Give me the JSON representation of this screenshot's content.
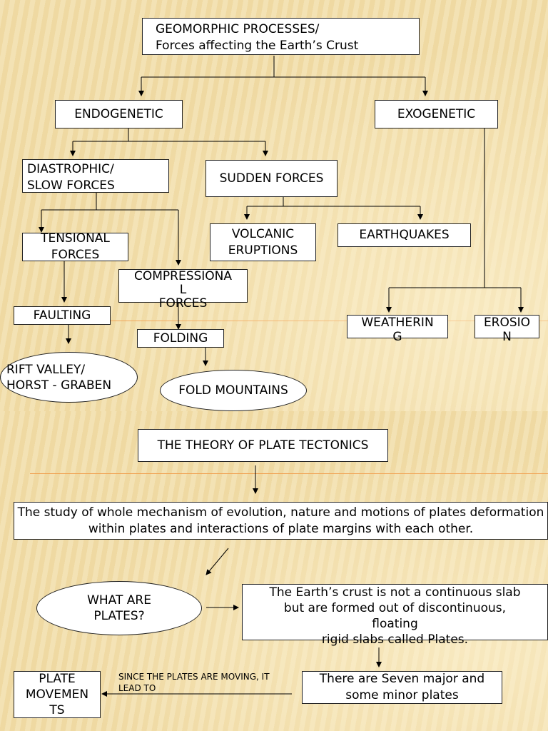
{
  "slide1": {
    "title": "GEOMORPHIC PROCESSES/\nForces affecting the Earth’s Crust",
    "endogenetic": "ENDOGENETIC",
    "exogenetic": "EXOGENETIC",
    "diastrophic": "DIASTROPHIC/\nSLOW FORCES",
    "sudden": "SUDDEN FORCES",
    "tensional": "TENSIONAL\nFORCES",
    "compressional": "COMPRESSIONA\nL\nFORCES",
    "volcanic": "VOLCANIC\nERUPTIONS",
    "earthquakes": "EARTHQUAKES",
    "faulting": "FAULTING",
    "folding": "FOLDING",
    "rift": "RIFT VALLEY/\nHORST - GRABEN",
    "foldmountains": "FOLD MOUNTAINS",
    "weathering": "WEATHERIN\nG",
    "erosion": "EROSIO\nN"
  },
  "slide2": {
    "title": "THE THEORY OF PLATE TECTONICS",
    "study": "The study of whole mechanism of evolution, nature and motions of plates deformation within plates and interactions of plate margins with each other.",
    "question": "WHAT ARE\nPLATES?",
    "answer": "The Earth’s crust is not a continuous slab\nbut are formed out of discontinuous,\nfloating\nrigid slabs called Plates.",
    "seven": "There are Seven major and\nsome minor plates",
    "note": "SINCE THE PLATES ARE MOVING, IT\nLEAD TO",
    "movements": "PLATE\nMOVEMEN\nTS"
  },
  "colors": {
    "accent_line": "#f0a050",
    "box_bg": "#ffffff"
  }
}
